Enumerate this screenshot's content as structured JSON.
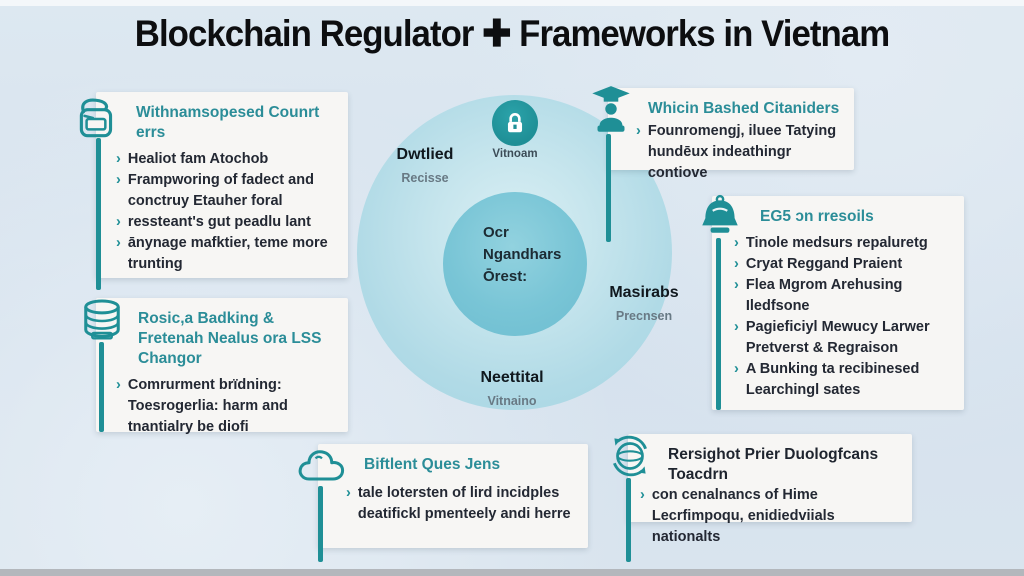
{
  "title": "Blockchain Regulator ✚ Frameworks in Vietnam",
  "glyphs": {
    "chevron": "›"
  },
  "colors": {
    "accent": "#1f8f96",
    "header_teal": "#2b8d98",
    "text_dark": "#232833",
    "background": "#d9e4ee",
    "circle_outer": "#aed9e5",
    "circle_inner": "#79c5d6"
  },
  "center": {
    "badge_icon": "lock-icon",
    "badge_label": "Vitnoam",
    "core_lines": [
      "Ocr",
      "Ngandhars",
      "Ōrest:"
    ],
    "label_left": {
      "primary": "Dwtlied",
      "secondary": "Recisse"
    },
    "label_right": {
      "primary": "Masirabs",
      "secondary": "Precnsen"
    },
    "label_bottom": {
      "primary": "Neettital",
      "secondary": "Vitnaino"
    }
  },
  "boxes": [
    {
      "icon": "printer-icon",
      "header": "Withnamsopesed Counrt errs",
      "bullets": [
        "Healiot fam Atochob",
        "Frampworing of fadect and conctruy Etauher foral",
        "ressteant's gut peadlu lant",
        "ānynage mafktier, teme more trunting"
      ]
    },
    {
      "icon": "database-icon",
      "header": "Rosic,a Badking & Fretenah Nealus ora LSS Changor",
      "bullets": [
        "Comrurment brïdning: Toesrogerlia: harm and tnantialry be diofi"
      ]
    },
    {
      "icon": "graduate-icon",
      "header": "Whicin Bashed Citaniders",
      "bullets": [
        "Founromengj, iluee Tatying hundēux indeathingr contiove"
      ]
    },
    {
      "icon": "bell-icon",
      "header": "EG5 ɔn rresoils",
      "bullets": [
        "Tinole medsurs repaluretg",
        "Cryat Reggand Praient",
        "Flea Mgrom Arehusing Iledfsone",
        "Pagieficiyl Mewucy Larwer Pretverst & Regraison",
        "A Bunking ta recibinesed Learchingl sates"
      ]
    },
    {
      "icon": "cloud-icon",
      "header": "Biftlent Ques Jens",
      "bullets": [
        "tale lotersten of lird incidples deatifickl pmenteely andi herre"
      ]
    },
    {
      "icon": "refresh-globe-icon",
      "header": "Rersighot Prier Duologfcans Toacdrn",
      "bullets": [
        "con cenalnancs of Hime Lecrfimpoqu, enidiedviials nationalts"
      ]
    }
  ]
}
